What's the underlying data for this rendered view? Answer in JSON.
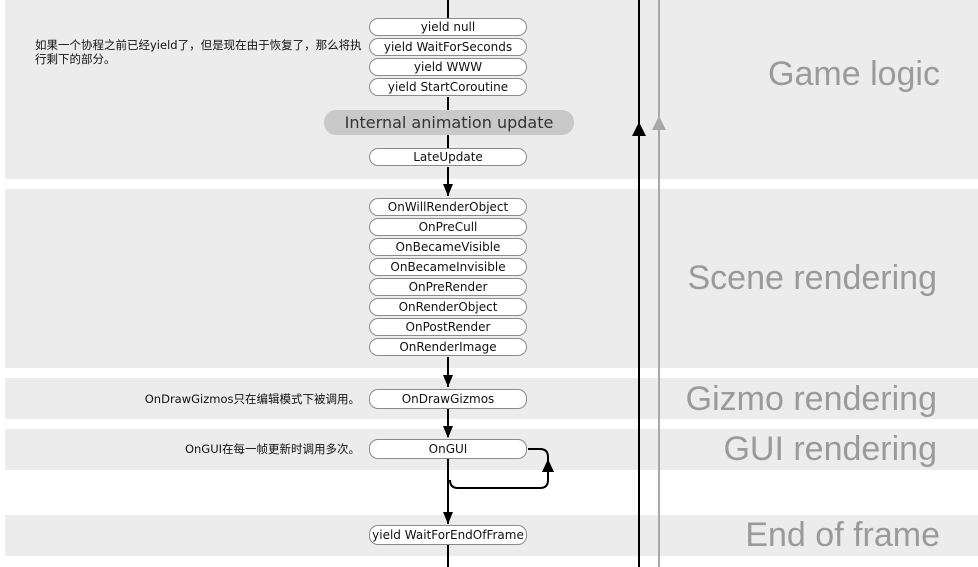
{
  "coroutine_note": "如果一个协程之前已经yield了，但是现在由于恢复了，那么将执行剩下的部分。",
  "gizmo_note": "OnDrawGizmos只在编辑模式下被调用。",
  "gui_note": "OnGUI在每一帧更新时调用多次。",
  "sections": {
    "game_logic": "Game logic",
    "scene_rendering": "Scene rendering",
    "gizmo_rendering": "Gizmo rendering",
    "gui_rendering": "GUI rendering",
    "end_of_frame": "End of frame"
  },
  "game_logic_nodes": [
    "yield null",
    "yield WaitForSeconds",
    "yield WWW",
    "yield StartCoroutine"
  ],
  "internal_animation": "Internal animation update",
  "late_update": "LateUpdate",
  "scene_nodes": [
    "OnWillRenderObject",
    "OnPreCull",
    "OnBecameVisible",
    "OnBecameInvisible",
    "OnPreRender",
    "OnRenderObject",
    "OnPostRender",
    "OnRenderImage"
  ],
  "gizmo_node": "OnDrawGizmos",
  "gui_node": "OnGUI",
  "end_node": "yield WaitForEndOfFrame",
  "colors": {
    "band": "#ececec",
    "pill": "#c9c9c9",
    "section_text": "#9a9a9a",
    "line": "#000000",
    "gray_line": "#a8a8a8"
  }
}
